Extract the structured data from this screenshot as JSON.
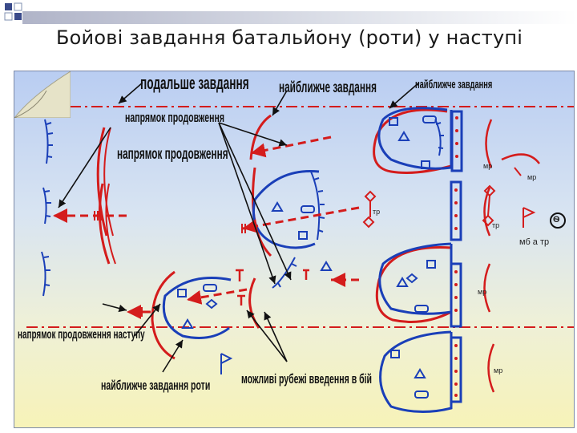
{
  "slide": {
    "title": "Бойові завдання батальйону (роти) у наступі"
  },
  "labels": {
    "further_task": "подальше завдання",
    "nearest_task_center": "найближче завдання",
    "nearest_task_right": "найближче завдання",
    "continuation_direction_1": "напрямок продовження",
    "continuation_direction_2": "напрямок продовження",
    "attack_continuation_direction": "напрямок продовження наступу",
    "company_nearest_task": "найближче завдання роти",
    "commitment_lines": "можливі рубежі введення в бій"
  },
  "unit_marks": {
    "mr_1": "мр",
    "mr_2": "мр",
    "mr_3": "мр",
    "mr_4": "мр",
    "tr_1": "тр",
    "tr_2": "тр",
    "mb_tr": "мб а тр",
    "battery_symbol": "Ѳ"
  },
  "colors": {
    "friendly": "#1a3fb8",
    "enemy": "#d41c1c",
    "background_top": "#b9cdf2",
    "background_bottom": "#f7f3b8"
  }
}
